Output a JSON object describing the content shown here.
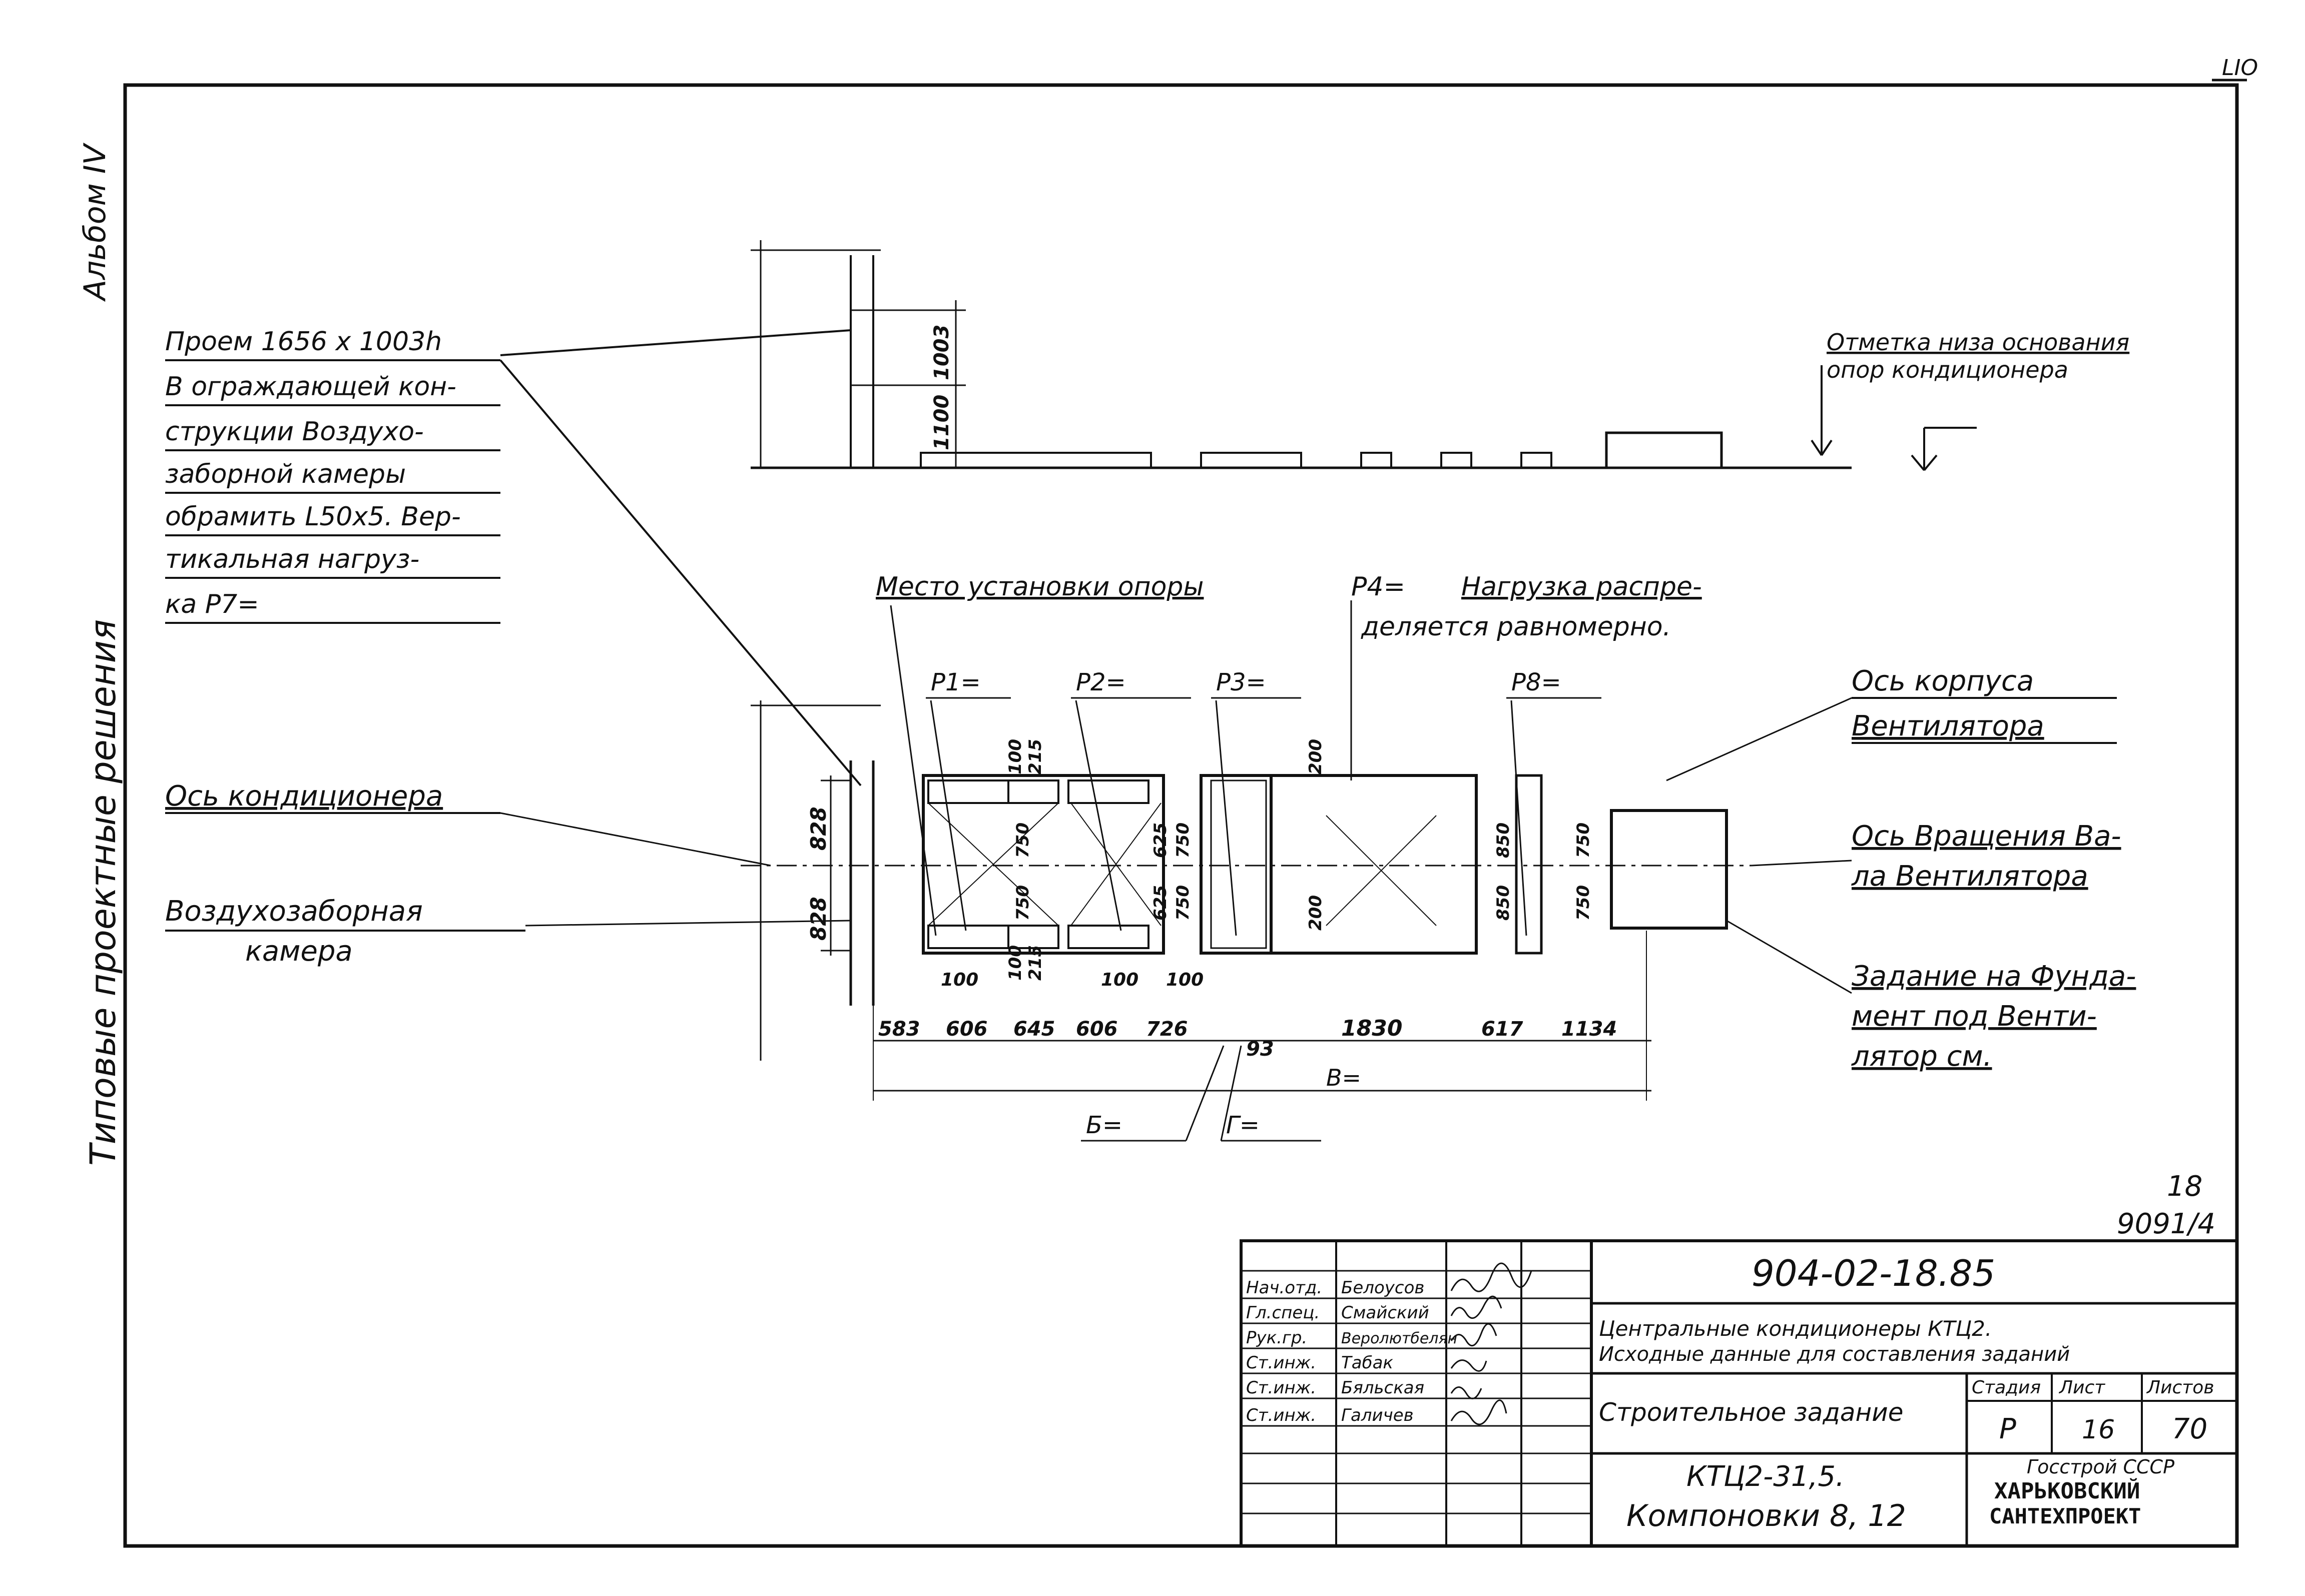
{
  "corner_mark": "LIO",
  "side": {
    "album": "Альбом IV",
    "series": "Типовые проектные решения"
  },
  "elevation": {
    "note_line1": "Отметка низа основания",
    "note_line2": "опор кондиционера",
    "dim_a": "1100",
    "dim_b": "1003"
  },
  "callouts": {
    "opening": [
      "Проем 1656 x 1003h",
      "В ограждающей кон-",
      "струкции Воздухо-",
      "заборной камеры",
      "обрамить L50x5. Вер-",
      "тикальная нагруз-",
      "ка Р7="
    ],
    "support_place": "Место установки опоры",
    "load_p4": "Р4=",
    "load_dist_line1": "Нагрузка распре-",
    "load_dist_line2": "деляется равномерно.",
    "p1": "Р1=",
    "p2": "Р2=",
    "p3": "Р3=",
    "p8": "Р8=",
    "conditioner_axis": "Ось кондиционера",
    "intake_line1": "Воздухозаборная",
    "intake_line2": "камера",
    "fan_body_line1": "Ось корпуса",
    "fan_body_line2": "Вентилятора",
    "fan_shaft_line1": "Ось Вращения Ва-",
    "fan_shaft_line2": "ла Вентилятора",
    "foundation_line1": "Задание на Фунда-",
    "foundation_line2": "мент под Венти-",
    "foundation_line3": "лятор см.",
    "b_label": "Б=",
    "g_label": "Г=",
    "v_label": "В="
  },
  "dims": {
    "left_828_top": "828",
    "left_828_bot": "828",
    "d100a": "100",
    "d215a": "215",
    "d750a": "750",
    "d750b": "750",
    "d100b": "100",
    "d215b": "215",
    "d100c": "100",
    "d100d": "100",
    "d100e": "100",
    "d625a": "625",
    "d625b": "625",
    "d750c": "750",
    "d750d": "750",
    "d200a": "200",
    "d200b": "200",
    "d850a": "850",
    "d850b": "850",
    "d750e": "750",
    "d750f": "750",
    "b583": "583",
    "b606a": "606",
    "b645": "645",
    "b606b": "606",
    "b726": "726",
    "b1830": "1830",
    "b617": "617",
    "b1134": "1134",
    "b93": "93"
  },
  "sheet_ref": {
    "top": "18",
    "bottom": "9091/4"
  },
  "title_block": {
    "code": "904-02-18.85",
    "title_line1": "Центральные кондиционеры КТЦ2.",
    "title_line2": "Исходные данные для составления заданий",
    "doc_name": "Строительное задание",
    "stage_h": "Стадия",
    "sheet_h": "Лист",
    "sheets_h": "Листов",
    "stage": "Р",
    "sheet": "16",
    "sheets": "70",
    "variant_line1": "КТЦ2-31,5.",
    "variant_line2": "Компоновки 8, 12",
    "org_line1": "Госстрой СССР",
    "org_line2": "ХАРЬКОВСКИЙ",
    "org_line3": "САНТЕХПРОЕКТ",
    "roles": [
      "Нач.отд.",
      "Гл.спец.",
      "Рук.гр.",
      "Ст.инж.",
      "Ст.инж.",
      "Ст.инж."
    ],
    "names": [
      "Белоусов",
      "Смайский",
      "Веролютбелян",
      "Табак",
      "Бяльская",
      "Галичев"
    ]
  }
}
